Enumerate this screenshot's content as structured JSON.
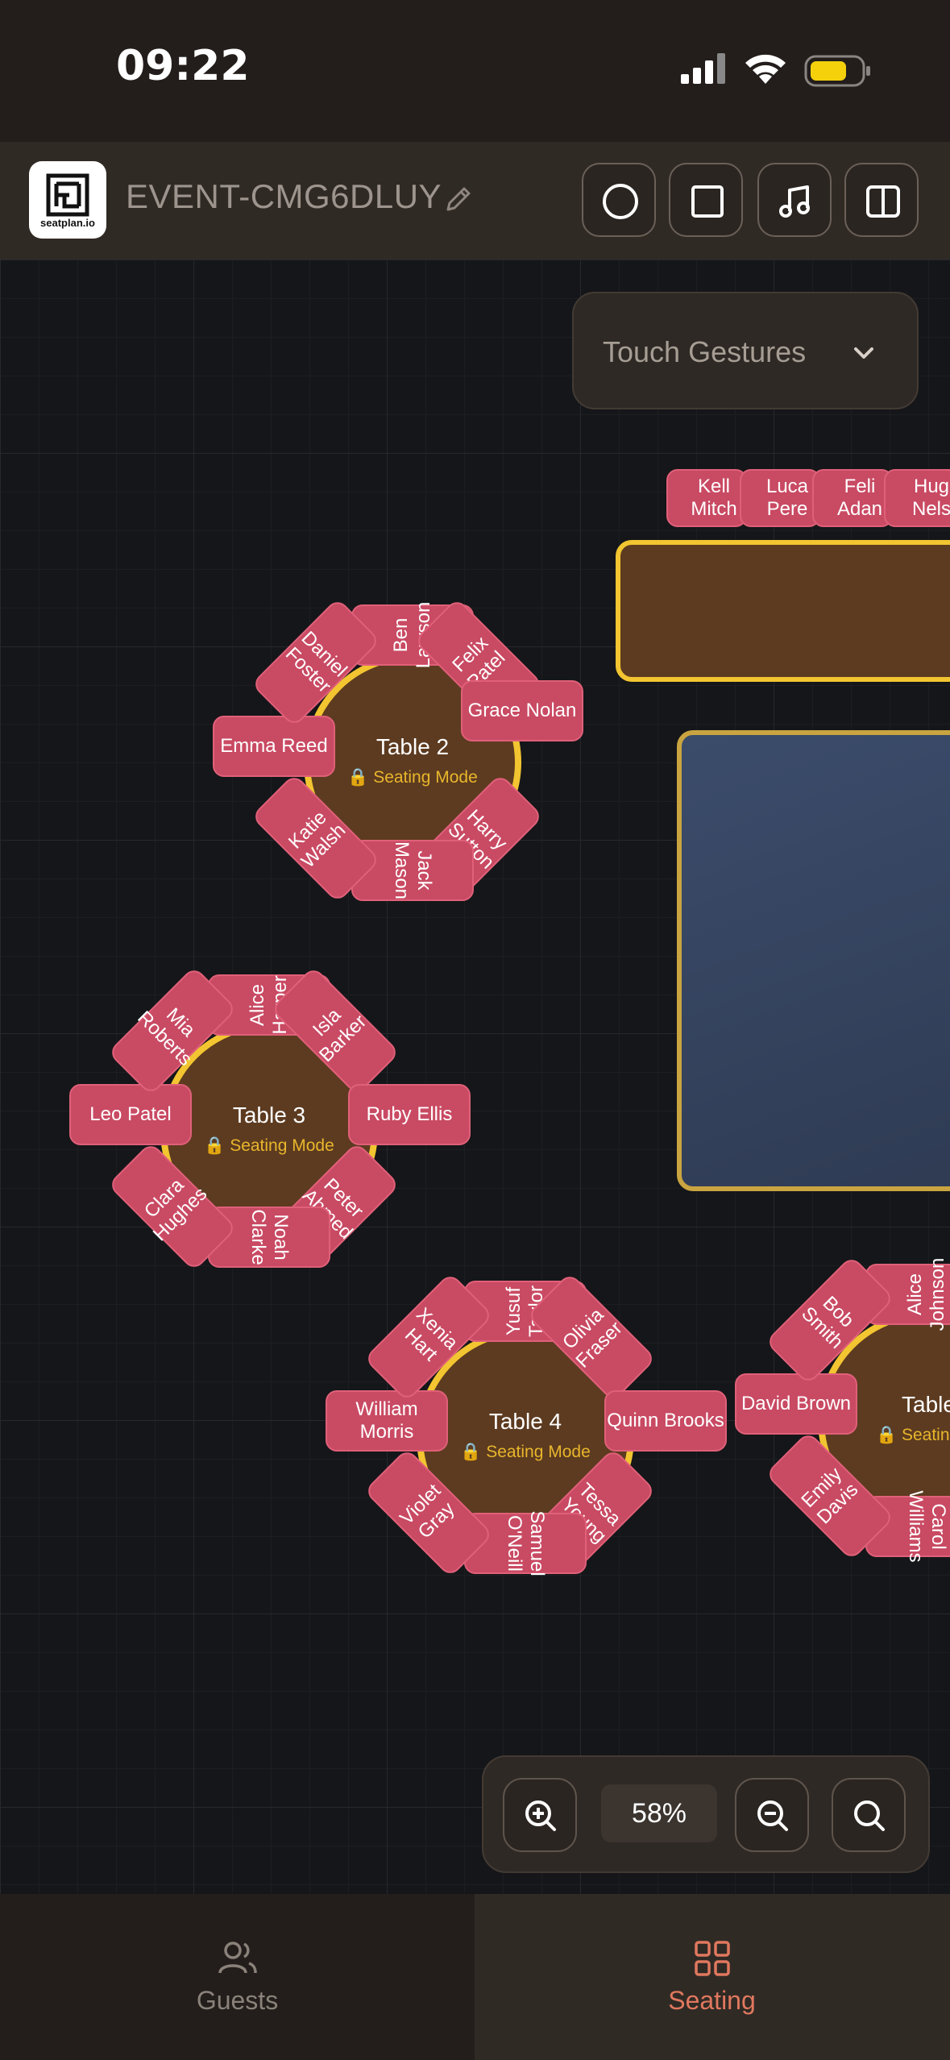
{
  "status_bar": {
    "time": "09:22"
  },
  "header": {
    "logo_text": "seatplan.io",
    "event_title": "EVENT-CMG6DLUY"
  },
  "toolbar": {
    "buttons": [
      "circle-table-tool",
      "square-table-tool",
      "music-stage-tool",
      "split-view-tool"
    ]
  },
  "touch_gestures": {
    "label": "Touch Gestures"
  },
  "tables": [
    {
      "name": "Table 2",
      "mode": "Seating Mode",
      "guests": [
        "Ben Lawson",
        "Felix Patel",
        "Grace Nolan",
        "Harry Sutton",
        "Jack Mason",
        "Katie Walsh",
        "Emma Reed",
        "Daniel Foster"
      ]
    },
    {
      "name": "Table 3",
      "mode": "Seating Mode",
      "guests": [
        "Alice Harper",
        "Isla Barker",
        "Ruby Ellis",
        "Peter Ahmed",
        "Noah Clarke",
        "Clara Hughes",
        "Leo Patel",
        "Mia Roberts"
      ]
    },
    {
      "name": "Table 4",
      "mode": "Seating Mode",
      "guests": [
        "Yusuf Taylor",
        "Olivia Fraser",
        "Quinn Brooks",
        "Tessa Young",
        "Samuel O'Neill",
        "Violet Gray",
        "William Morris",
        "Xenia Hart"
      ]
    },
    {
      "name": "Table",
      "mode": "Seating",
      "guests": [
        "Alice Johnson",
        "Carol Williams",
        "Emily Davis",
        "David Brown",
        "Bob Smith"
      ]
    }
  ],
  "rect_table_guests": [
    "Kell Mitch",
    "Luca Pere",
    "Feli Adan",
    "Hug Nels"
  ],
  "zoom": {
    "level": "58%"
  },
  "nav": {
    "guests": "Guests",
    "seating": "Seating"
  }
}
